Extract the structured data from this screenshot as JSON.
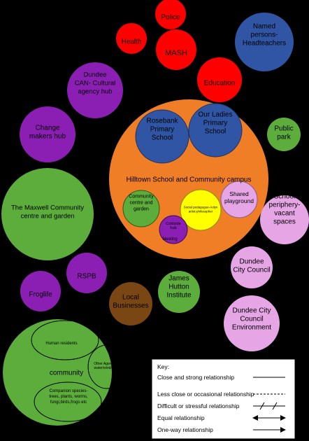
{
  "nodes": {
    "police": {
      "lines": [
        "Police"
      ],
      "color": "#ff0000"
    },
    "health": {
      "lines": [
        "Health"
      ],
      "color": "#ff0000"
    },
    "mash": {
      "lines": [
        "MASH"
      ],
      "color": "#ff0000"
    },
    "education": {
      "lines": [
        "Education"
      ],
      "color": "#ff0000"
    },
    "named_persons": {
      "lines": [
        "Named",
        "persons-",
        "Headteachers"
      ],
      "color": "#2f55a4"
    },
    "dundee_can": {
      "lines": [
        "Dundee",
        "CAN- Cultural",
        "agency hub"
      ],
      "color": "#8b1fb3"
    },
    "change_makers": {
      "lines": [
        "Change",
        "makers hub"
      ],
      "color": "#8b1fb3"
    },
    "rosebank": {
      "lines": [
        "Rosebank",
        "Primary",
        "School"
      ],
      "color": "#2f55a4"
    },
    "our_ladies": {
      "lines": [
        "Our Ladies",
        "Primary",
        "School"
      ],
      "color": "#2f55a4"
    },
    "public_park": {
      "lines": [
        "Public",
        "park"
      ],
      "color": "#5cad3c"
    },
    "hilltown": {
      "lines": [
        "Hilltown School and Community campus"
      ],
      "color": "#f07e26"
    },
    "maxwell": {
      "lines": [
        "The Maxwell Community",
        "centre and garden"
      ],
      "color": "#5cad3c"
    },
    "community_centre": {
      "lines": [
        "Community",
        "centre and",
        "garden"
      ],
      "color": "#5cad3c"
    },
    "social_pedagogue": {
      "lines": [
        "Social pedagogue-Aolyn",
        "artist-philosopher"
      ],
      "color": "#ffff00"
    },
    "shared_playground": {
      "lines": [
        "Shared",
        "playground"
      ],
      "color": "#e6a6e6"
    },
    "coldside": {
      "lines": [
        "Coldside",
        "hub"
      ],
      "color": "#8b1fb3"
    },
    "meeting": {
      "lines": [
        "Meeting"
      ],
      "color": "#8b1fb3"
    },
    "school_periphery": {
      "lines": [
        "School",
        "periphery-",
        "vacant",
        "spaces"
      ],
      "color": "#e6a6e6"
    },
    "dundee_council": {
      "lines": [
        "Dundee",
        "City Council"
      ],
      "color": "#e6a6e6"
    },
    "rspb": {
      "lines": [
        "RSPB"
      ],
      "color": "#8b1fb3"
    },
    "froglife": {
      "lines": [
        "Froglife"
      ],
      "color": "#8b1fb3"
    },
    "local_businesses": {
      "lines": [
        "Local",
        "Businesses"
      ],
      "color": "#7a4613"
    },
    "james_hutton": {
      "lines": [
        "James",
        "Hutton",
        "Institute"
      ],
      "color": "#5cad3c"
    },
    "dundee_env": {
      "lines": [
        "Dundee City",
        "Council",
        "Environment"
      ],
      "color": "#e6a6e6"
    },
    "community": {
      "lines": [
        "community"
      ],
      "color": "#5cad3c"
    },
    "human_residents": {
      "lines": [
        "Human residents"
      ],
      "color": "#5cad3c"
    },
    "other_agents": {
      "lines": [
        "Other Agents soil/",
        "water/wind/air etc"
      ],
      "color": "#5cad3c"
    },
    "companion_species": {
      "lines": [
        "Companion species-",
        "trees, plants, worms,",
        "fungi,birds,frogs etc"
      ],
      "color": "#5cad3c"
    }
  },
  "key": {
    "title": "Key:",
    "items": [
      {
        "label": "Close and strong relationship",
        "style": "solid"
      },
      {
        "label": "Less close or occasional relationship",
        "style": "dashed"
      },
      {
        "label": "Difficult or stressful relationship",
        "style": "stressful"
      },
      {
        "label": "Equal relationship",
        "style": "two-way"
      },
      {
        "label": "One-way relationship",
        "style": "one-way"
      }
    ]
  }
}
